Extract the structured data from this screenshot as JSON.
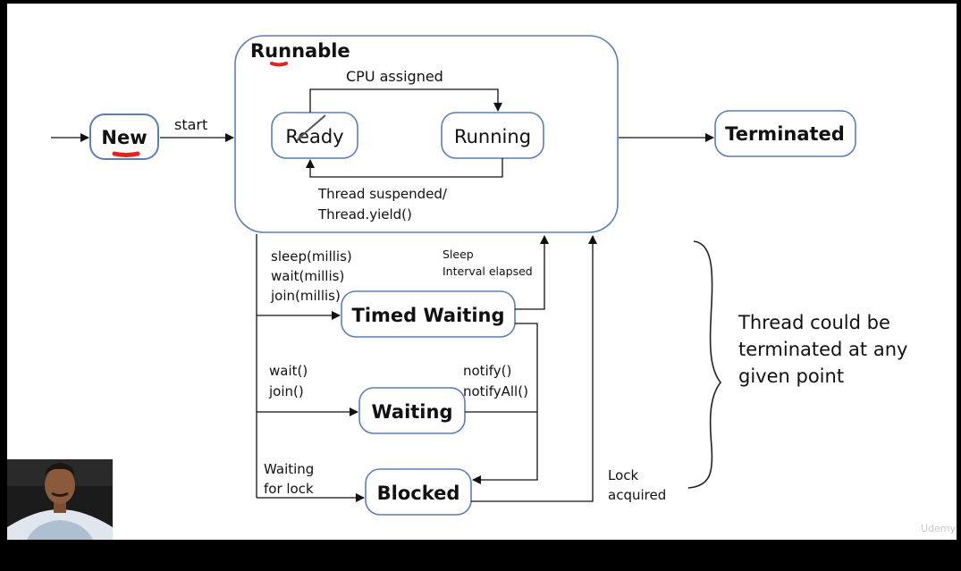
{
  "states": {
    "new": "New",
    "runnable": "Runnable",
    "ready": "Ready",
    "running": "Running",
    "terminated": "Terminated",
    "timed_waiting": "Timed Waiting",
    "waiting": "Waiting",
    "blocked": "Blocked"
  },
  "transitions": {
    "start": "start",
    "cpu_assigned": "CPU assigned",
    "suspended_line1": "Thread suspended/",
    "suspended_line2": "Thread.yield()",
    "timed_calls": [
      "sleep(millis)",
      "wait(millis)",
      "join(millis)"
    ],
    "sleep_elapsed": [
      "Sleep",
      "Interval elapsed"
    ],
    "wait_calls": [
      "wait()",
      "join()"
    ],
    "notify_calls": [
      "notify()",
      "notifyAll()"
    ],
    "waiting_for_lock": [
      "Waiting",
      "for lock"
    ],
    "lock_acquired": [
      "Lock",
      "acquired"
    ]
  },
  "note": [
    "Thread could be",
    "terminated at any",
    "given point"
  ],
  "watermark": "Udemy",
  "colors": {
    "state_border": "#5b7fb7",
    "background": "#ffffff",
    "frame": "#000000",
    "highlight_mark": "#e5231b"
  }
}
